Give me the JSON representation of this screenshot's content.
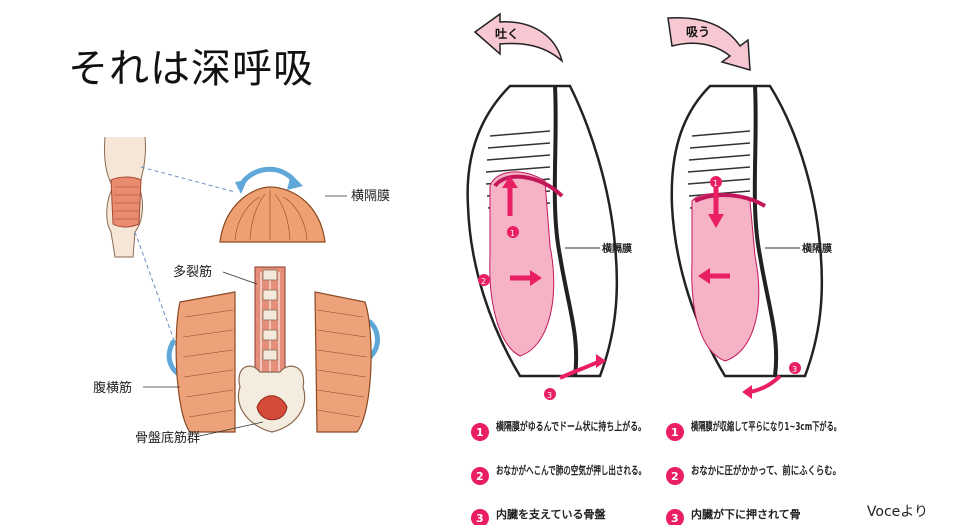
{
  "slide": {
    "title": "それは深呼吸",
    "credit": "Voceより"
  },
  "left_figure": {
    "labels": {
      "diaphragm": "横隔膜",
      "multifidus": "多裂筋",
      "transversus": "腹横筋",
      "pelvic_floor": "骨盤底筋群"
    }
  },
  "right_figure": {
    "exhale_label": "吐く",
    "inhale_label": "吸う",
    "diaphragm_label": "横隔膜",
    "exhale_steps": [
      {
        "num": "1",
        "text": "横隔膜がゆるんでドーム状に持ち上がる。"
      },
      {
        "num": "2",
        "text": "おなかがへこんで肺の空気が押し出される。"
      },
      {
        "num": "3",
        "text": "内臓を支えている骨盤"
      }
    ],
    "inhale_steps": [
      {
        "num": "1",
        "text": "横隔膜が収縮して平らになり1~3cm下がる。"
      },
      {
        "num": "2",
        "text": "おなかに圧がかかって、前にふくらむ。"
      },
      {
        "num": "3",
        "text": "内臓が下に押されて骨"
      }
    ]
  }
}
